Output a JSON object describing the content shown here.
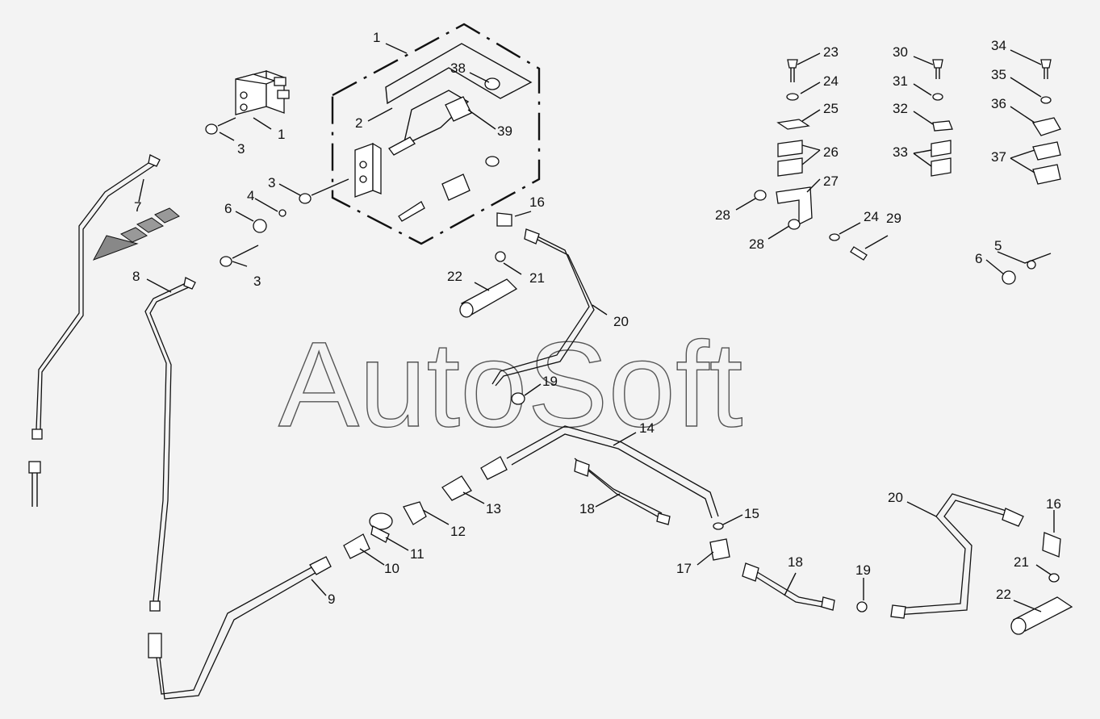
{
  "watermark": "AutoSoft",
  "callouts": [
    {
      "id": "c1a",
      "text": "1"
    },
    {
      "id": "c1b",
      "text": "1"
    },
    {
      "id": "c2",
      "text": "2"
    },
    {
      "id": "c3a",
      "text": "3"
    },
    {
      "id": "c3b",
      "text": "3"
    },
    {
      "id": "c3c",
      "text": "3"
    },
    {
      "id": "c4",
      "text": "4"
    },
    {
      "id": "c5",
      "text": "5"
    },
    {
      "id": "c6a",
      "text": "6"
    },
    {
      "id": "c6b",
      "text": "6"
    },
    {
      "id": "c7",
      "text": "7"
    },
    {
      "id": "c8",
      "text": "8"
    },
    {
      "id": "c9",
      "text": "9"
    },
    {
      "id": "c10",
      "text": "10"
    },
    {
      "id": "c11",
      "text": "11"
    },
    {
      "id": "c12",
      "text": "12"
    },
    {
      "id": "c13",
      "text": "13"
    },
    {
      "id": "c14",
      "text": "14"
    },
    {
      "id": "c15",
      "text": "15"
    },
    {
      "id": "c16a",
      "text": "16"
    },
    {
      "id": "c16b",
      "text": "16"
    },
    {
      "id": "c17",
      "text": "17"
    },
    {
      "id": "c18a",
      "text": "18"
    },
    {
      "id": "c18b",
      "text": "18"
    },
    {
      "id": "c19a",
      "text": "19"
    },
    {
      "id": "c19b",
      "text": "19"
    },
    {
      "id": "c20a",
      "text": "20"
    },
    {
      "id": "c20b",
      "text": "20"
    },
    {
      "id": "c21a",
      "text": "21"
    },
    {
      "id": "c21b",
      "text": "21"
    },
    {
      "id": "c22a",
      "text": "22"
    },
    {
      "id": "c22b",
      "text": "22"
    },
    {
      "id": "c23",
      "text": "23"
    },
    {
      "id": "c24a",
      "text": "24"
    },
    {
      "id": "c24b",
      "text": "24"
    },
    {
      "id": "c25",
      "text": "25"
    },
    {
      "id": "c26",
      "text": "26"
    },
    {
      "id": "c27",
      "text": "27"
    },
    {
      "id": "c28a",
      "text": "28"
    },
    {
      "id": "c28b",
      "text": "28"
    },
    {
      "id": "c29",
      "text": "29"
    },
    {
      "id": "c30",
      "text": "30"
    },
    {
      "id": "c31",
      "text": "31"
    },
    {
      "id": "c32",
      "text": "32"
    },
    {
      "id": "c33",
      "text": "33"
    },
    {
      "id": "c34",
      "text": "34"
    },
    {
      "id": "c35",
      "text": "35"
    },
    {
      "id": "c36",
      "text": "36"
    },
    {
      "id": "c37",
      "text": "37"
    },
    {
      "id": "c38",
      "text": "38"
    },
    {
      "id": "c39",
      "text": "39"
    }
  ]
}
